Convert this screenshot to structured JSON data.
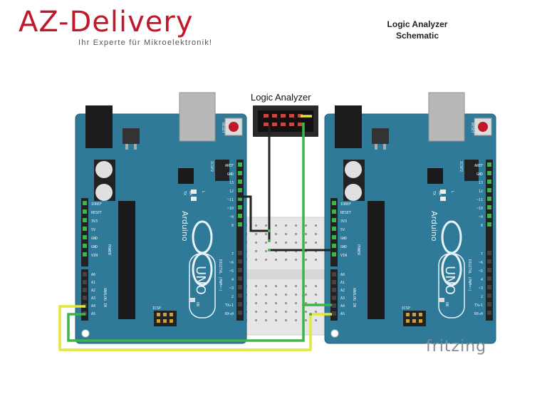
{
  "logo": {
    "brand": "AZ-Delivery",
    "tagline": "Ihr Experte für Mikroelektronik!"
  },
  "title": {
    "line1": "Logic Analyzer",
    "line2": "Schematic"
  },
  "logic_analyzer": {
    "label": "Logic Analyzer"
  },
  "watermark": "fritzing",
  "board": {
    "brand": "Arduino",
    "model": "UNO",
    "reset": "RESET",
    "icsp2": "ICSP2",
    "icsp": "ICSP",
    "tx": "TX",
    "rx": "RX",
    "l": "L",
    "on": "ON",
    "power": "POWER",
    "analog_in": "ANALOG IN",
    "digital": "DIGITAL (PWM=~)",
    "left_pins": [
      "IOREF",
      "RESET",
      "3V3",
      "5V",
      "GND",
      "GND",
      "VIN"
    ],
    "analog_pins": [
      "A0",
      "A1",
      "A2",
      "A3",
      "A4",
      "A5"
    ],
    "right_pins_top": [
      "AREF",
      "GND",
      "13",
      "12",
      "~11",
      "~10",
      "~9",
      "8"
    ],
    "right_pins_bottom": [
      "7",
      "~6",
      "~5",
      "4",
      "~3",
      "2",
      "TX▸1",
      "RX◂0"
    ]
  },
  "colors": {
    "board": "#2f7a99",
    "wire_black": "#222222",
    "wire_green": "#3cb54a",
    "wire_yellow": "#e6e639",
    "brand_red": "#c0182a"
  }
}
